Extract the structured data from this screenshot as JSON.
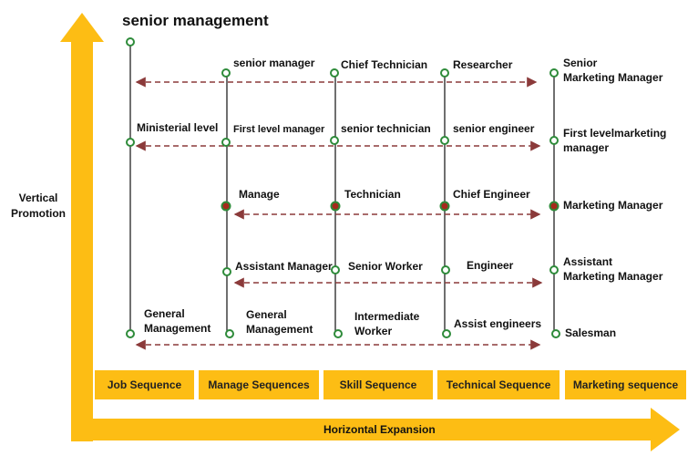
{
  "colors": {
    "arrow": "#fdbd14",
    "dashed": "#8b3a3a",
    "node_open": "#2e8b3a",
    "node_filled": "#a52a1c"
  },
  "title": "senior management",
  "axes": {
    "vertical": [
      "Vertical",
      "Promotion"
    ],
    "horizontal": "Horizontal Expansion"
  },
  "sequences": [
    "Job Sequence",
    "Manage Sequences",
    "Skill Sequence",
    "Technical Sequence",
    "Marketing sequence"
  ],
  "levels": {
    "row1": [
      "senior manager",
      "Chief Technician",
      "Researcher",
      "Senior",
      "Marketing Manager"
    ],
    "row2": [
      "Ministerial level",
      "First level manager",
      "senior technician",
      "senior engineer",
      "First levelmarketing",
      "manager"
    ],
    "row3": [
      "Manage",
      "Technician",
      "Chief Engineer",
      "Marketing Manager"
    ],
    "row4": [
      "Assistant Manager",
      "Senior Worker",
      "Engineer",
      "Assistant",
      "Marketing Manager"
    ],
    "row5": [
      "General",
      "Management",
      "General",
      "Management",
      "Intermediate",
      "Worker",
      "Assist engineers",
      "Salesman"
    ]
  }
}
